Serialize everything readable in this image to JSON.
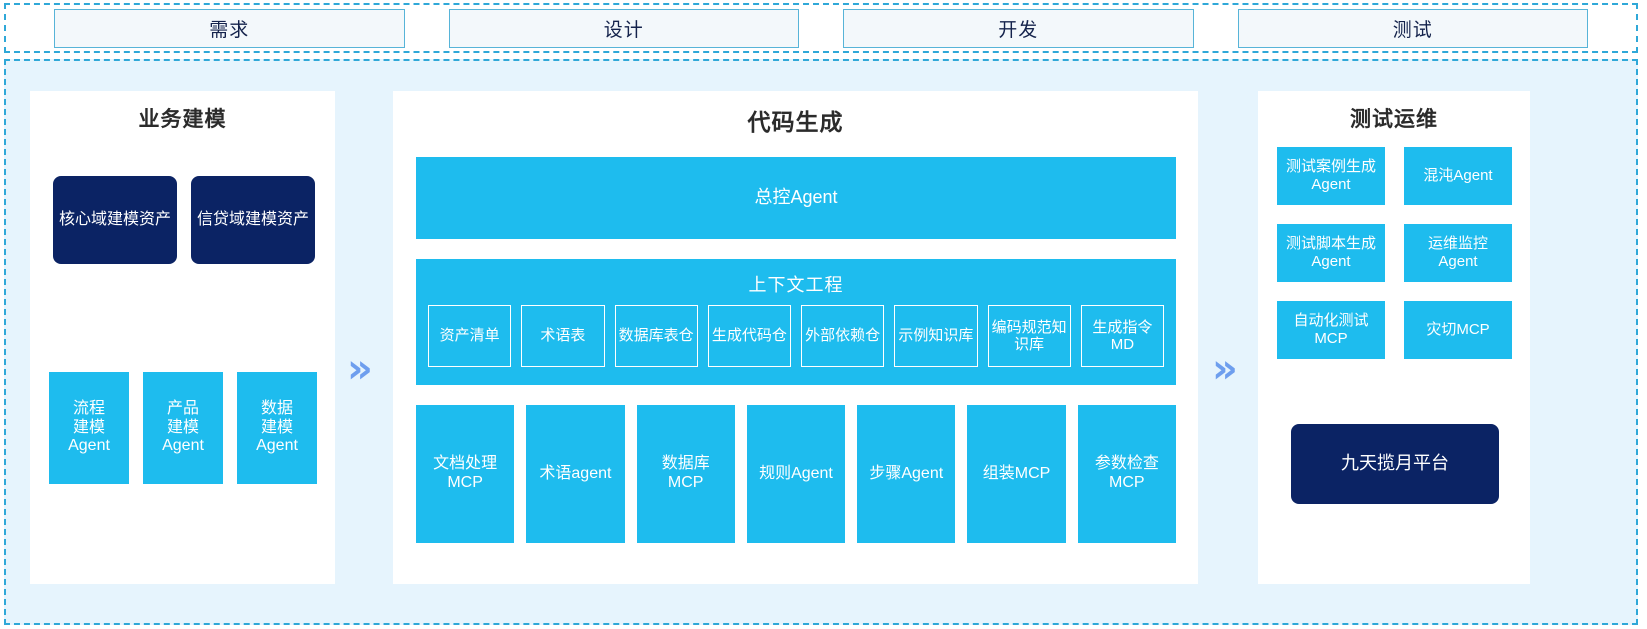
{
  "colors": {
    "accent_blue": "#1EBCEE",
    "navy": "#0B2364",
    "frame_border": "#2FA8D8",
    "panel_bg": "#E6F4FD",
    "chevron": "#6E9EEE"
  },
  "phases": [
    {
      "label": "需求"
    },
    {
      "label": "设计"
    },
    {
      "label": "开发"
    },
    {
      "label": "测试"
    }
  ],
  "arrows": {
    "first": "»",
    "second": "»"
  },
  "panels": {
    "business_modeling": {
      "title": "业务建模",
      "domain_assets": [
        {
          "label": "核心域建模资产"
        },
        {
          "label": "信贷域建模资产"
        }
      ],
      "modeling_agents": [
        {
          "label": "流程\n建模\nAgent"
        },
        {
          "label": "产品\n建模\nAgent"
        },
        {
          "label": "数据\n建模\nAgent"
        }
      ]
    },
    "code_generation": {
      "title": "代码生成",
      "master_agent": "总控Agent",
      "context_engineering": {
        "title": "上下文工程",
        "items": [
          {
            "label": "资产清单"
          },
          {
            "label": "术语表"
          },
          {
            "label": "数据库表仓"
          },
          {
            "label": "生成代码仓"
          },
          {
            "label": "外部依赖仓"
          },
          {
            "label": "示例知识库"
          },
          {
            "label": "编码规范知识库"
          },
          {
            "label": "生成指令MD"
          }
        ]
      },
      "tools": [
        {
          "label": "文档处理\nMCP"
        },
        {
          "label": "术语agent"
        },
        {
          "label": "数据库\nMCP"
        },
        {
          "label": "规则Agent"
        },
        {
          "label": "步骤Agent"
        },
        {
          "label": "组装MCP"
        },
        {
          "label": "参数检查\nMCP"
        }
      ]
    },
    "test_ops": {
      "title": "测试运维",
      "cards": [
        {
          "label": "测试案例生成Agent"
        },
        {
          "label": "混沌Agent"
        },
        {
          "label": "测试脚本生成Agent"
        },
        {
          "label": "运维监控\nAgent"
        },
        {
          "label": "自动化测试\nMCP"
        },
        {
          "label": "灾切MCP"
        }
      ],
      "platform": "九天揽月平台"
    }
  }
}
